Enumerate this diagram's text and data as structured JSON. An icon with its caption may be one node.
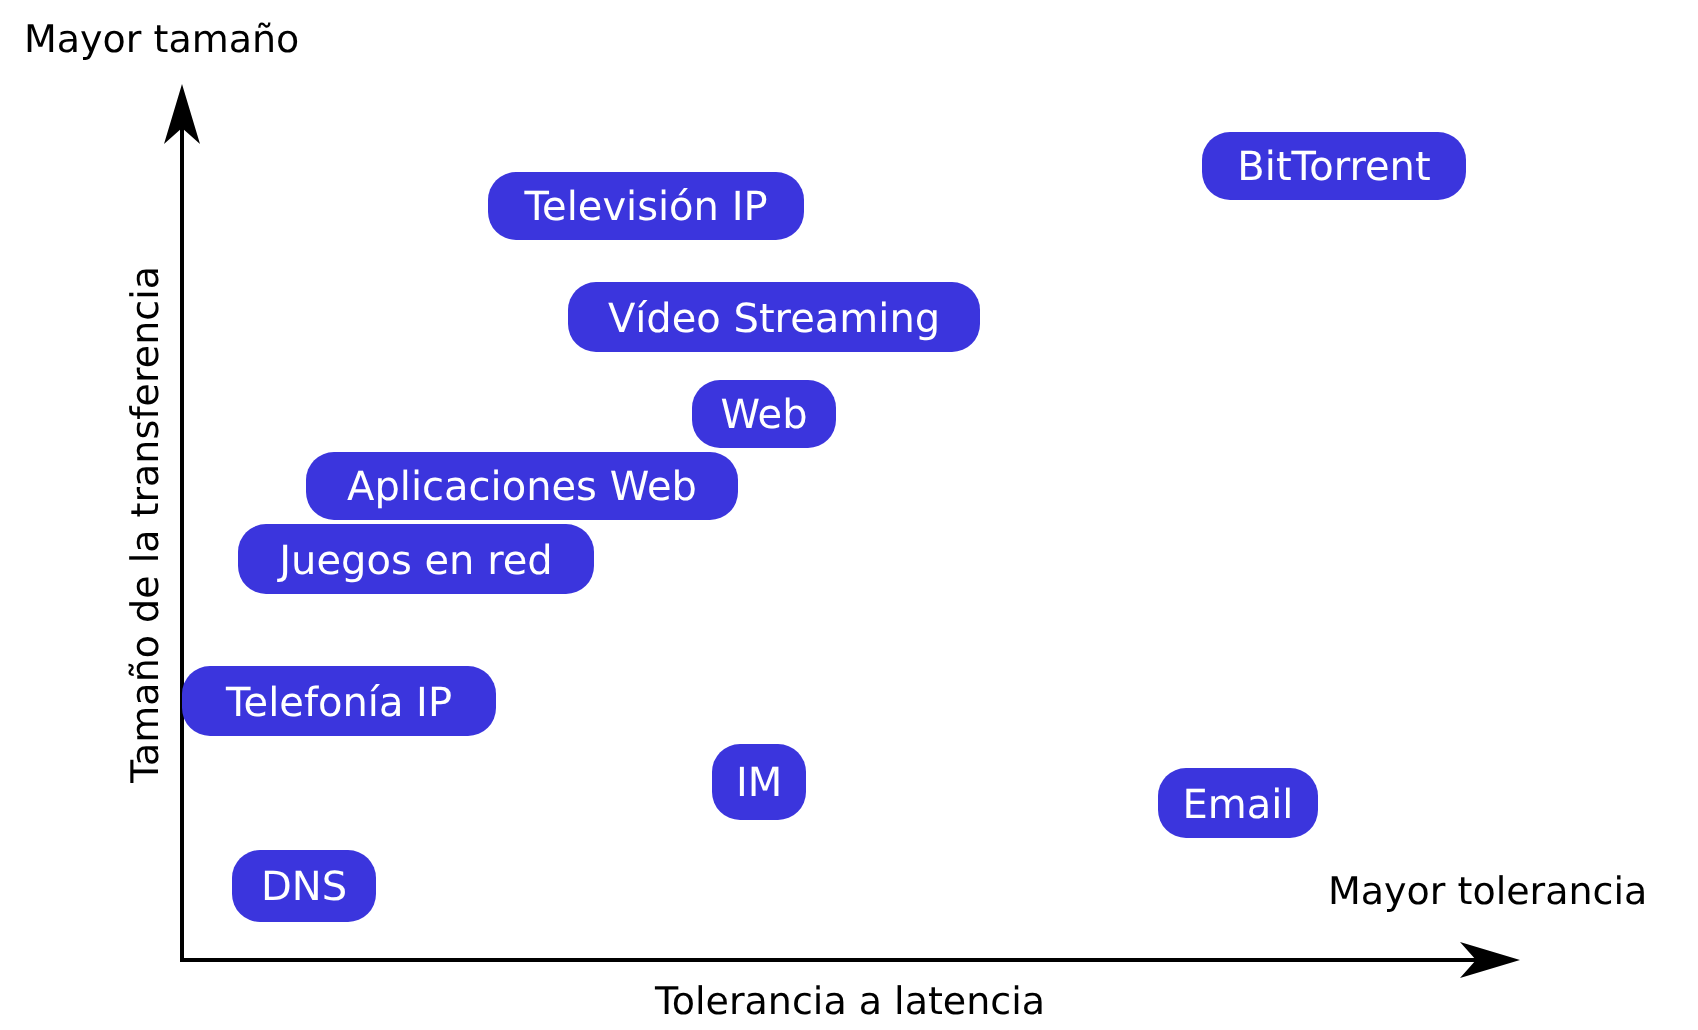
{
  "diagram": {
    "nodes": [
      {
        "text": [
          "BitTorrent"
        ]
      },
      {
        "text": [
          "Televisión IP"
        ]
      },
      {
        "text": [
          "Vídeo Streaming"
        ]
      },
      {
        "text": [
          "Web"
        ]
      },
      {
        "text": [
          "Aplicaciones Web"
        ]
      },
      {
        "text": [
          "Juegos en red"
        ]
      },
      {
        "text": [
          "Telefonía IP"
        ]
      },
      {
        "text": [
          "IM"
        ]
      },
      {
        "text": [
          "Email"
        ]
      },
      {
        "text": [
          "DNS"
        ]
      }
    ],
    "labels": [
      "Mayor tamaño",
      "Tamaño de la transferencia",
      "Mayor tolerancia",
      "Tolerancia a latencia"
    ]
  }
}
